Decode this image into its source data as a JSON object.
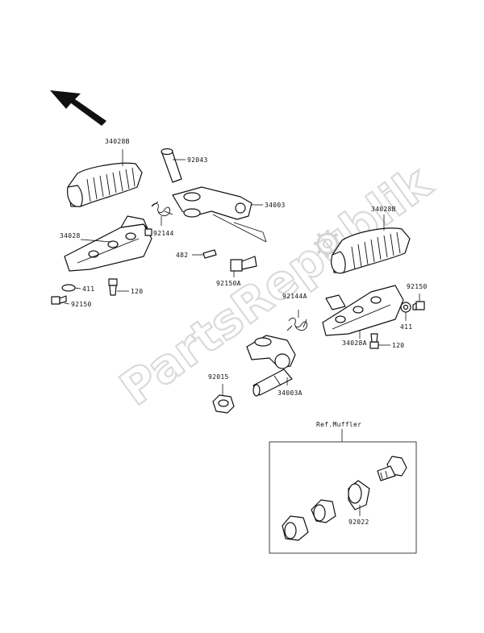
{
  "watermark": "PartsRepublik",
  "ref_label": "Ref.Muffler",
  "labels": {
    "p34028B_left": "34028B",
    "p92043": "92043",
    "p34003": "34003",
    "p34028B_right": "34028B",
    "p34028": "34028",
    "p92144": "92144",
    "p482": "482",
    "p92150A": "92150A",
    "p92144A": "92144A",
    "p92150_right": "92150",
    "p411_left": "411",
    "p120_left": "120",
    "p92150_left": "92150",
    "p411_right": "411",
    "p34028A": "34028A",
    "p120_right": "120",
    "p92015": "92015",
    "p34003A": "34003A",
    "p92022": "92022"
  },
  "icons": {
    "direction": "arrow-up-left-icon",
    "watermark_logo": "gear-icon"
  }
}
